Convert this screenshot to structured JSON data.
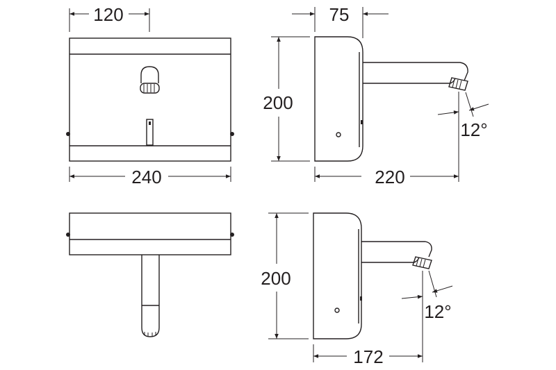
{
  "dimensions": {
    "front_width_half": "120",
    "front_width": "240",
    "side_depth_body": "75",
    "side_height_top": "200",
    "side_projection_long": "220",
    "angle_top": "12°",
    "side_height_bottom": "200",
    "side_projection_short": "172",
    "angle_bottom": "12°"
  },
  "colors": {
    "line": "#231f20",
    "background": "#ffffff"
  }
}
